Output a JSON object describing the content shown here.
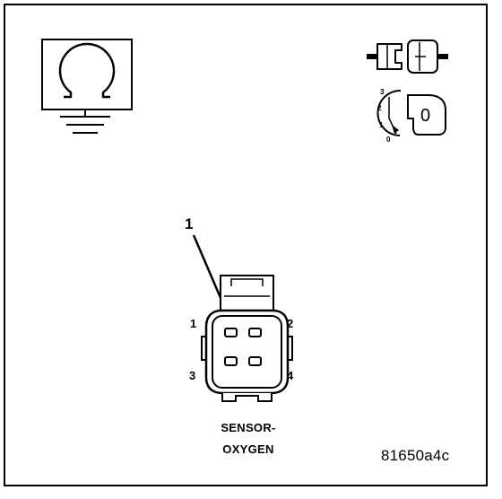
{
  "callout": "1",
  "pins": [
    "1",
    "2",
    "3",
    "4"
  ],
  "component_name": [
    "SENSOR-",
    "OXYGEN"
  ],
  "figure_id": "81650a4c",
  "ignition_key": {
    "positions": [
      "3",
      "2",
      "1",
      "0"
    ],
    "current": "0"
  },
  "icons": [
    "ohmmeter-icon",
    "connector-disconnected-icon",
    "ignition-key-off-icon"
  ]
}
